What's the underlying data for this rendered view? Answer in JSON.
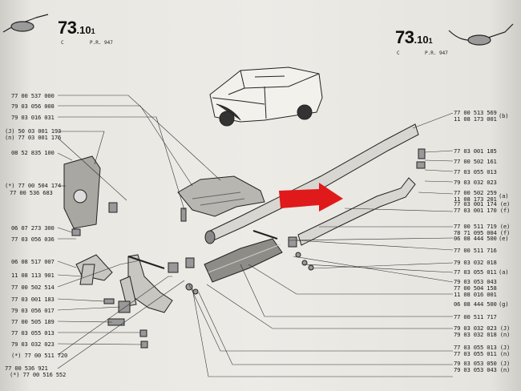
{
  "header": {
    "left": {
      "number": "73",
      "sub": ".10",
      "index": "1",
      "code": "C",
      "pr": "P.R. 947"
    },
    "right": {
      "number": "73",
      "sub": ".10",
      "index": "1",
      "code": "C",
      "pr": "P.R. 947"
    }
  },
  "left_parts": [
    "77 00 537 000",
    "79 03 056 008",
    "79 03 016 031",
    "(J) 50 03 001 193",
    "(n) 77 03 001 176",
    "08 52 835 100",
    "(*) 77 00 504 174",
    "77 00 536 683",
    "06 07 273 300",
    "77 03 056 036",
    "06 08 517 007",
    "11 08 113 901",
    "77 00 502 514",
    "77 03 001 183",
    "79 03 056 017",
    "77 00 505 189",
    "77 03 055 013",
    "79 03 032 023",
    "(*) 77 00 511 720",
    "77 00 536 921",
    "(*) 77 00 516 552"
  ],
  "right_parts": [
    {
      "refs": [
        "77 00 513 569",
        "11 08 173 001"
      ],
      "note": "(b)"
    },
    {
      "refs": [
        "77 03 001 185"
      ],
      "note": ""
    },
    {
      "refs": [
        "77 00 502 161"
      ],
      "note": ""
    },
    {
      "refs": [
        "77 03 055 013"
      ],
      "note": ""
    },
    {
      "refs": [
        "79 03 032 023"
      ],
      "note": ""
    },
    {
      "refs": [
        "77 00 502 259",
        "11 08 173 201"
      ],
      "note": "(a)"
    },
    {
      "refs": [
        "77 03 001 174 (e)",
        "77 03 001 170 (f)"
      ],
      "note": ""
    },
    {
      "refs": [
        "77 00 511 719 (e)",
        "78 71 095 004 (f)"
      ],
      "note": ""
    },
    {
      "refs": [
        "06 08 444 500"
      ],
      "note": "(e)"
    },
    {
      "refs": [
        "77 00 511 716"
      ],
      "note": ""
    },
    {
      "refs": [
        "79 03 032 018"
      ],
      "note": ""
    },
    {
      "refs": [
        "77 03 055 011"
      ],
      "note": "(a)"
    },
    {
      "refs": [
        "79 03 053 043"
      ],
      "note": ""
    },
    {
      "refs": [
        "77 00 504 158",
        "11 08 016 001"
      ],
      "note": ""
    },
    {
      "refs": [
        "06 08 444 500"
      ],
      "note": "(g)"
    },
    {
      "refs": [
        "77 00 511 717"
      ],
      "note": ""
    },
    {
      "refs": [
        "79 03 032 023 (J)",
        "79 03 032 018 (n)"
      ],
      "note": ""
    },
    {
      "refs": [
        "77 03 055 013 (J)",
        "77 03 055 011 (n)"
      ],
      "note": ""
    },
    {
      "refs": [
        "79 03 053 050 (J)",
        "79 03 053 043 (n)"
      ],
      "note": ""
    }
  ]
}
